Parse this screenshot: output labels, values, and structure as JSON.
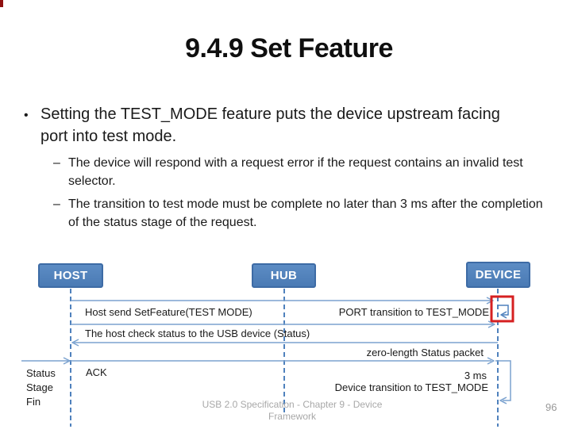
{
  "slide": {
    "title": "9.4.9 Set Feature",
    "page_number": "96",
    "footer_line1": "USB 2.0 Specification - Chapter 9 - Device",
    "footer_line2": "Framework"
  },
  "bullets": {
    "marker_main": "•",
    "marker_sub": "–",
    "main": "Setting the TEST_MODE feature puts the device upstream facing port into test mode.",
    "sub1": "The device will respond with a request error if the request contains an invalid test selector.",
    "sub2": "The transition to test mode must be complete no later than 3 ms after the completion of the status stage of the request."
  },
  "diagram": {
    "type": "sequence-diagram",
    "actors": [
      {
        "label": "HOST"
      },
      {
        "label": "HUB"
      },
      {
        "label": "DEVICE"
      }
    ],
    "messages": {
      "msg1": "Host send SetFeature(TEST MODE)",
      "msg1_right": "PORT transition to TEST_MODE",
      "msg2": "The host check status to the USB device (Status)",
      "zero_length": "zero-length Status packet",
      "ack": "ACK",
      "delay": "3 ms",
      "device_transition": "Device transition to TEST_MODE"
    },
    "status_lines": {
      "l1": "Status",
      "l2": "Stage",
      "l3": "Fin"
    },
    "colors": {
      "actor_fill": "#4f81bd",
      "actor_border": "#3d6ba5",
      "lifeline_blue": "#4f81bd",
      "message_line_blue": "#7ba2cf",
      "highlight_red": "#d62021",
      "footer_gray": "#a8a8a8",
      "text_black": "#1a1a1a"
    }
  }
}
